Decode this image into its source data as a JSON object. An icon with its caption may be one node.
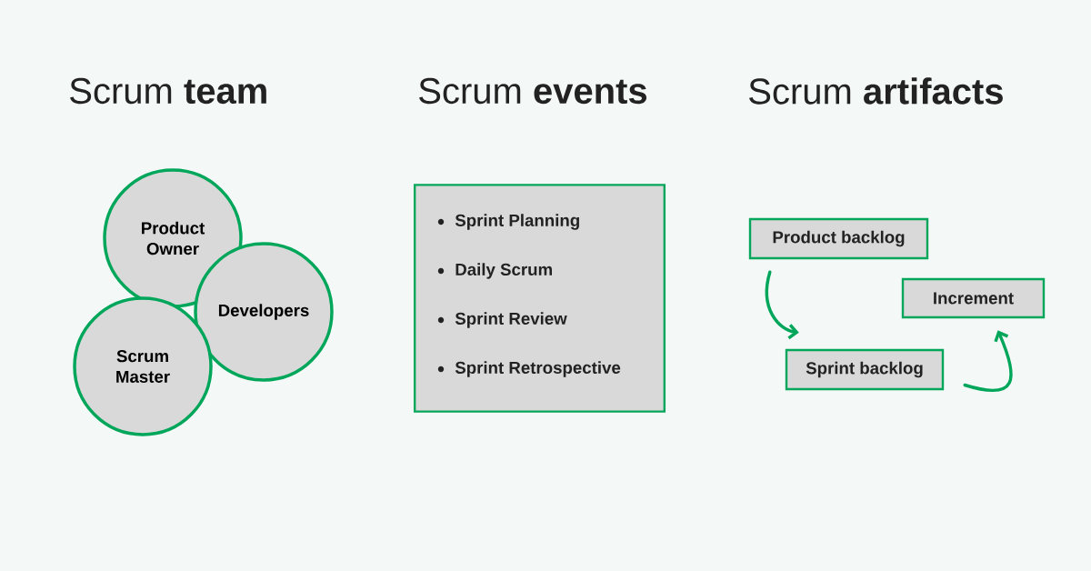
{
  "diagram": {
    "nodes": [
      {
        "text": [
          "Product Owner"
        ]
      },
      {
        "text": [
          "Developers"
        ]
      },
      {
        "text": [
          "Scrum Master"
        ]
      },
      {
        "text": [
          "Sprint Planning",
          "Daily Scrum",
          "Sprint Review",
          "Sprint Retrospective"
        ]
      },
      {
        "text": [
          "Product backlog"
        ]
      },
      {
        "text": [
          "Sprint backlog"
        ]
      },
      {
        "text": [
          "Increment"
        ]
      }
    ],
    "edges": [
      {
        "from": 4,
        "to": 5,
        "arrow": "to"
      },
      {
        "from": 5,
        "to": 6,
        "arrow": "to"
      }
    ],
    "labels": [
      "Scrum **team**",
      "Scrum **events**",
      "Scrum **artifacts**"
    ]
  }
}
